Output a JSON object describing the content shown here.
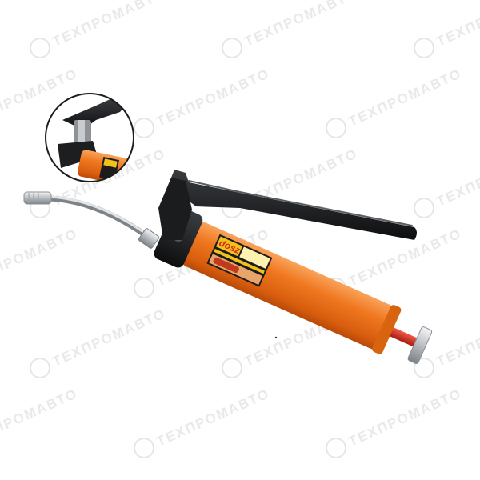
{
  "watermark": {
    "text": "ТЕХПРОМАВТО"
  },
  "product": {
    "brand": "dosz",
    "body_color": "#f07820",
    "handle_color": "#16181a",
    "plunger_color": "#d42a1e",
    "metal_color": "#c8ccd0"
  },
  "inset": {
    "icon": "lever-detail-zoom"
  }
}
